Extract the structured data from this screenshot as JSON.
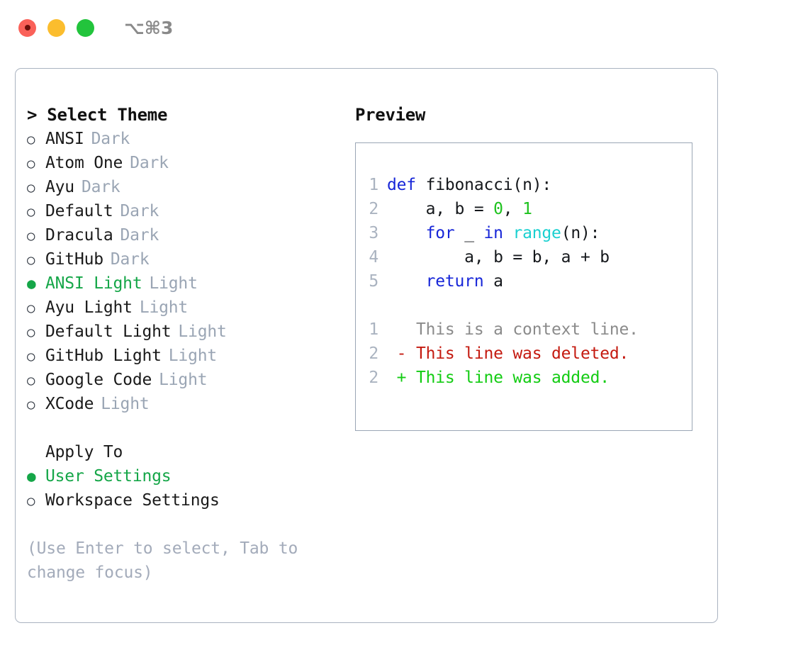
{
  "titlebar": {
    "shortcut": "⌥⌘3",
    "buttons": [
      "close",
      "minimize",
      "maximize"
    ]
  },
  "theme_panel": {
    "header": "> Select Theme",
    "items": [
      {
        "marker": "○",
        "label": "ANSI",
        "suffix": "Dark",
        "selected": false
      },
      {
        "marker": "○",
        "label": "Atom One",
        "suffix": "Dark",
        "selected": false
      },
      {
        "marker": "○",
        "label": "Ayu",
        "suffix": "Dark",
        "selected": false
      },
      {
        "marker": "○",
        "label": "Default",
        "suffix": "Dark",
        "selected": false
      },
      {
        "marker": "○",
        "label": "Dracula",
        "suffix": "Dark",
        "selected": false
      },
      {
        "marker": "○",
        "label": "GitHub",
        "suffix": "Dark",
        "selected": false
      },
      {
        "marker": "●",
        "label": "ANSI Light",
        "suffix": "Light",
        "selected": true
      },
      {
        "marker": "○",
        "label": "Ayu Light",
        "suffix": "Light",
        "selected": false
      },
      {
        "marker": "○",
        "label": "Default Light",
        "suffix": "Light",
        "selected": false
      },
      {
        "marker": "○",
        "label": "GitHub Light",
        "suffix": "Light",
        "selected": false
      },
      {
        "marker": "○",
        "label": "Google Code",
        "suffix": "Light",
        "selected": false
      },
      {
        "marker": "○",
        "label": "XCode",
        "suffix": "Light",
        "selected": false
      }
    ]
  },
  "apply_to": {
    "header": "Apply To",
    "items": [
      {
        "marker": "●",
        "label": "User Settings",
        "selected": true
      },
      {
        "marker": "○",
        "label": "Workspace Settings",
        "selected": false
      }
    ]
  },
  "hint": "(Use Enter to select, Tab to change focus)",
  "preview": {
    "header": "Preview",
    "code_lines": [
      {
        "lineno": "1",
        "tokens": [
          {
            "text": "def ",
            "kind": "kw"
          },
          {
            "text": "fibonacci(n):",
            "kind": "plain"
          }
        ]
      },
      {
        "lineno": "2",
        "tokens": [
          {
            "text": "    a, b = ",
            "kind": "plain"
          },
          {
            "text": "0",
            "kind": "num"
          },
          {
            "text": ", ",
            "kind": "plain"
          },
          {
            "text": "1",
            "kind": "num"
          }
        ]
      },
      {
        "lineno": "3",
        "tokens": [
          {
            "text": "    ",
            "kind": "plain"
          },
          {
            "text": "for",
            "kind": "kw"
          },
          {
            "text": " _ ",
            "kind": "plain"
          },
          {
            "text": "in",
            "kind": "kw"
          },
          {
            "text": " ",
            "kind": "plain"
          },
          {
            "text": "range",
            "kind": "fn"
          },
          {
            "text": "(n):",
            "kind": "plain"
          }
        ]
      },
      {
        "lineno": "4",
        "tokens": [
          {
            "text": "        a, b = b, a + b",
            "kind": "plain"
          }
        ]
      },
      {
        "lineno": "5",
        "tokens": [
          {
            "text": "    ",
            "kind": "plain"
          },
          {
            "text": "return",
            "kind": "kw"
          },
          {
            "text": " a",
            "kind": "plain"
          }
        ]
      }
    ],
    "diff_lines": [
      {
        "lineno": "1",
        "tokens": [
          {
            "text": "   This is a context line.",
            "kind": "ctx"
          }
        ]
      },
      {
        "lineno": "2",
        "tokens": [
          {
            "text": " - This line was deleted.",
            "kind": "del"
          }
        ]
      },
      {
        "lineno": "2",
        "tokens": [
          {
            "text": " + This line was added.",
            "kind": "add"
          }
        ]
      }
    ]
  },
  "colors": {
    "accent_green": "#15a648",
    "muted": "#9aa5b4",
    "border": "#aab3c0",
    "keyword": "#1726d8",
    "function": "#1ad0d0",
    "number": "#1ec21e",
    "diff_deleted": "#c41a10",
    "diff_added": "#13cc13",
    "diff_context": "#8b8b8b"
  }
}
